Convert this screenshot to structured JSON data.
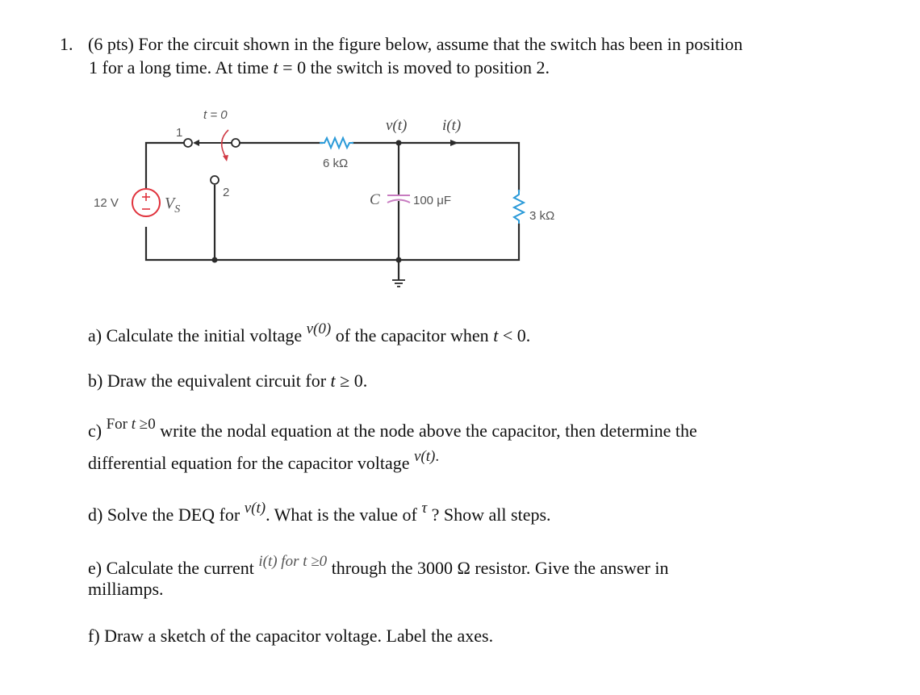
{
  "problem": {
    "number": "1.",
    "line1": "(6 pts) For the circuit shown in the figure below, assume that the switch has been in position",
    "line2_a": "1 for a long time. At time ",
    "line2_t": "t",
    "line2_b": " = 0 the switch is moved to position 2."
  },
  "circuit": {
    "switch_label": "t = 0",
    "switch_pos1": "1",
    "switch_pos2": "2",
    "source_value": "12 V",
    "source_name": "V",
    "source_subscript": "S",
    "resistor1_value": "6 kΩ",
    "node_voltage_label": "v(t)",
    "current_label": "i(t)",
    "capacitor_name": "C",
    "capacitor_value": "100 μF",
    "resistor2_value": "3 kΩ",
    "colors": {
      "wire": "#2b2b2b",
      "source": "#e0323c",
      "resistor": "#2a9ad8",
      "capacitor": "#c77bc0",
      "switch_arrow": "#d03a45",
      "label": "#555555"
    }
  },
  "questions": {
    "a": {
      "prefix": "a) Calculate the initial voltage ",
      "math": "v(0)",
      "suffix_a": " of the capacitor when ",
      "t": "t",
      "suffix_b": " < 0."
    },
    "b": {
      "prefix": "b) Draw the equivalent circuit for ",
      "t": "t",
      "suffix": " ≥ 0."
    },
    "c": {
      "prefix": "c) ",
      "math_for": "For ",
      "math_t": "t",
      "math_ge": " ≥0",
      "line1_rest": " write the nodal equation at the node above the capacitor, then determine the",
      "line2": "differential equation for the capacitor voltage ",
      "line2_math": "v(t)",
      "line2_end": "."
    },
    "d": {
      "prefix": "d) Solve the DEQ for ",
      "math": "v(t)",
      "mid": ".  What is the value of ",
      "tau": "τ",
      "suffix": " ? Show all steps."
    },
    "e": {
      "prefix": "e) Calculate the current ",
      "math": "i(t)  for  t ≥0",
      "suffix": " through the 3000 Ω resistor. Give the answer in",
      "line2": "milliamps."
    },
    "f": {
      "text": "f) Draw a sketch of the capacitor voltage. Label the axes."
    }
  }
}
